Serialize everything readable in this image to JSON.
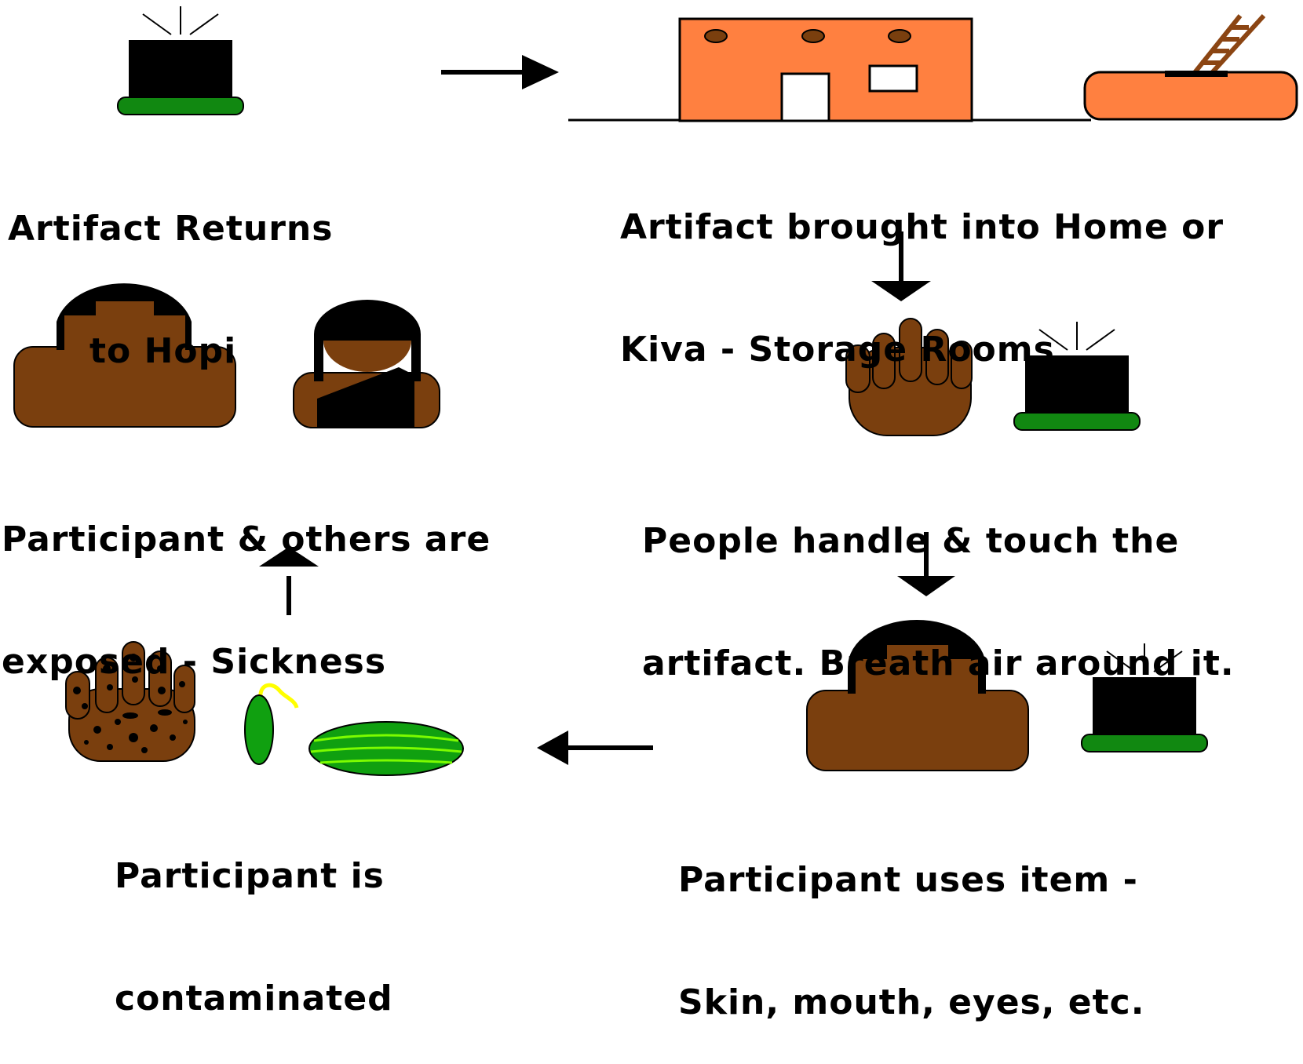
{
  "steps": {
    "returns": {
      "line1": "Artifact Returns",
      "line2": "to Hopi"
    },
    "brought": {
      "line1": "Artifact brought into Home or",
      "line2": "Kiva - Storage Rooms"
    },
    "handle": {
      "line1": "People handle & touch the",
      "line2": "artifact. Breath air around it."
    },
    "uses": {
      "line1": "Participant uses item -",
      "line2": "Skin, mouth, eyes, etc."
    },
    "contaminated": {
      "line1": "Participant is",
      "line2": "contaminated"
    },
    "exposed": {
      "line1": "Participant & others are",
      "line2": "exposed - Sickness"
    }
  },
  "colors": {
    "skin": "#7a3f0e",
    "hair": "#000000",
    "building": "#ff8040",
    "ladder": "#8b4513",
    "artifact": "#000000",
    "artifact_base": "#118811",
    "melon": "#10a010",
    "melon_stripe": "#7cfc00",
    "squash_stem": "#ffff00"
  },
  "icons": [
    "artifact-icon",
    "pueblo-house-icon",
    "kiva-icon",
    "ladder-icon",
    "hand-icon",
    "person-icon",
    "woman-icon",
    "contaminated-hand-icon",
    "squash-icon",
    "melon-icon",
    "arrow-right-icon",
    "arrow-down-icon",
    "arrow-left-icon",
    "arrow-up-icon"
  ]
}
